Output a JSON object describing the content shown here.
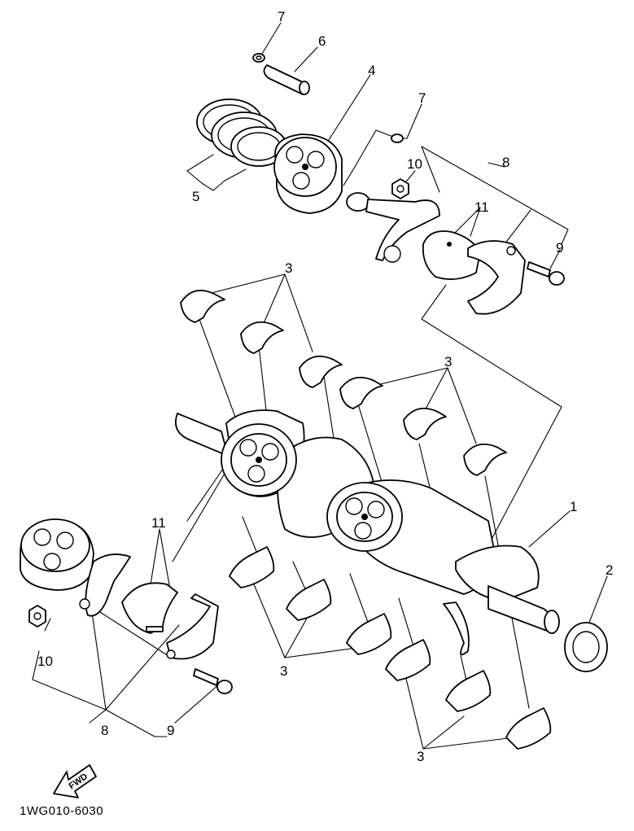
{
  "callouts": {
    "c1": "1",
    "c2": "2",
    "c3a": "3",
    "c3b": "3",
    "c3c": "3",
    "c3d": "3",
    "c4": "4",
    "c5": "5",
    "c6": "6",
    "c7a": "7",
    "c7b": "7",
    "c8a": "8",
    "c8b": "8",
    "c9a": "9",
    "c9b": "9",
    "c10a": "10",
    "c10b": "10",
    "c11a": "11",
    "c11b": "11"
  },
  "direction_arrow": "FWD",
  "reference_code": "1WG010-6030"
}
